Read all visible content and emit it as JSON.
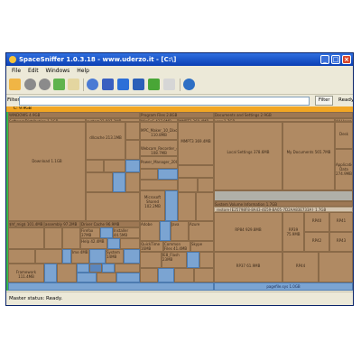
{
  "window": {
    "title": "SpaceSniffer 1.0.3.18 - www.uderzo.it - [C:\\]"
  },
  "menu": {
    "file": "File",
    "edit": "Edit",
    "windows": "Windows",
    "help": "Help"
  },
  "filter": {
    "label": "Filter",
    "button": "Filter",
    "status": "Ready"
  },
  "map": {
    "root": "C: 9.9GB",
    "tiles": [
      {
        "n": "WINDOWS 4.9GB"
      },
      {
        "n": "Program Files 2.8GB"
      },
      {
        "n": "Documents and Settings 2.9GB"
      },
      {
        "n": "SoftwareDistribution 1.2GB"
      },
      {
        "n": "system32 887.3MB"
      },
      {
        "n": "WinSxS 437.9MB"
      },
      {
        "n": "MMPT3 369.4MB"
      },
      {
        "n": "user 1.7GB"
      },
      {
        "n": "All Users 1.2GB"
      },
      {
        "n": "Download 1.1GB"
      },
      {
        "n": "dllcache 213.1MB"
      },
      {
        "n": "MPC_Maker_10_Dixon 110.8MB"
      },
      {
        "n": "Webcam_Recorder_40 108.7MB"
      },
      {
        "n": "Microsoft Shared 102.2MB"
      },
      {
        "n": "Local Settings 378.6MB"
      },
      {
        "n": "My Documents 565.7MB"
      },
      {
        "n": "Desk"
      },
      {
        "n": "Application Data 274.9MB"
      },
      {
        "n": "Power_Manager_2007"
      },
      {
        "n": "System Volume Information 1.7GB"
      },
      {
        "n": "_restore{E25798F8-8A43-4E59-BA05-7D2AA83E733A} 1.7GB"
      },
      {
        "n": "RP84 929.8MB"
      },
      {
        "n": "RP37 61.9MB"
      },
      {
        "n": "RP39 75.9MB"
      },
      {
        "n": "RP40"
      },
      {
        "n": "RP41"
      },
      {
        "n": "RP42"
      },
      {
        "n": "RP43"
      },
      {
        "n": "RP44"
      },
      {
        "n": "pagefile.sys 1.0GB"
      },
      {
        "n": "$hf_mig$ 101.4MB"
      },
      {
        "n": "assembly 97.2MB"
      },
      {
        "n": "Driver Cache 96.9MB"
      },
      {
        "n": "Firefox 37MB"
      },
      {
        "n": "Installer 44.5MB"
      },
      {
        "n": "Framework 111.4MB"
      },
      {
        "n": "Help 42.4MB"
      },
      {
        "n": "Ime 4MB"
      },
      {
        "n": "System 14MB"
      },
      {
        "n": "QuickTime 16MB"
      },
      {
        "n": "Common Files 41.4MB"
      },
      {
        "n": "IE8_Flash 23MB"
      },
      {
        "n": "Adobe"
      },
      {
        "n": "Azure"
      },
      {
        "n": "Java"
      },
      {
        "n": "Skype"
      }
    ]
  },
  "status": {
    "text": "Master status: Ready."
  }
}
